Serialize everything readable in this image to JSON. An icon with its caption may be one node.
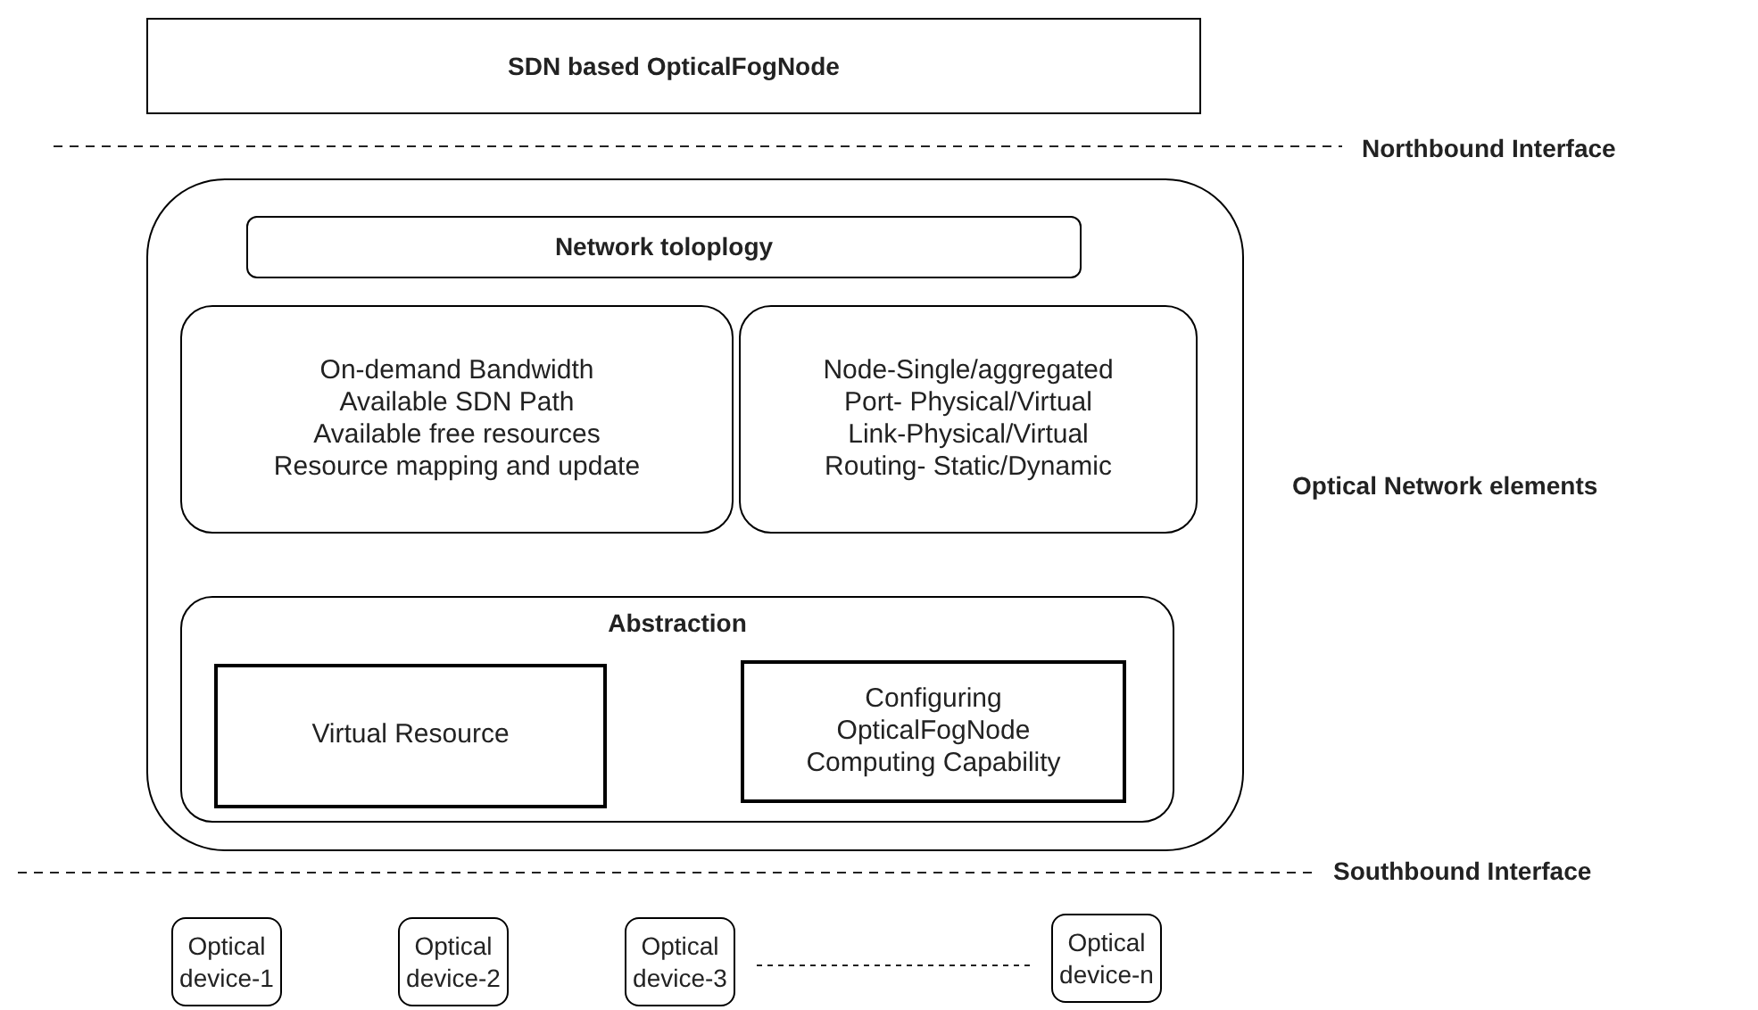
{
  "diagram": {
    "nodes": [
      {
        "text": [
          "SDN based OpticalFogNode"
        ]
      },
      {
        "text": [],
        "shape": "box"
      },
      {
        "text": [
          "Network toloplogy"
        ],
        "in": 1
      },
      {
        "text": [
          "On-demand Bandwidth",
          "Available SDN Path",
          "Available free resources",
          "Resource mapping and update"
        ],
        "in": 1
      },
      {
        "text": [
          "Node-Single/aggregated",
          "Port- Physical/Virtual",
          "Link-Physical/Virtual",
          "Routing- Static/Dynamic"
        ],
        "in": 1
      },
      {
        "text": [
          "Abstraction"
        ],
        "in": 1
      },
      {
        "text": [
          "Virtual Resource"
        ],
        "in": 5
      },
      {
        "text": [
          "Configuring OpticalFogNode Computing Capability"
        ],
        "in": 5
      },
      {
        "text": [
          "Optical device-1"
        ]
      },
      {
        "text": [
          "Optical device-2"
        ]
      },
      {
        "text": [
          "Optical device-3"
        ]
      },
      {
        "text": [
          "Optical device-n"
        ]
      }
    ],
    "edges": [
      {
        "from": 10,
        "to": 11,
        "arrow": "none",
        "style": "dashed"
      }
    ],
    "labels": [
      "Northbound Interface",
      "Optical Network elements",
      "Southbound Interface"
    ]
  }
}
